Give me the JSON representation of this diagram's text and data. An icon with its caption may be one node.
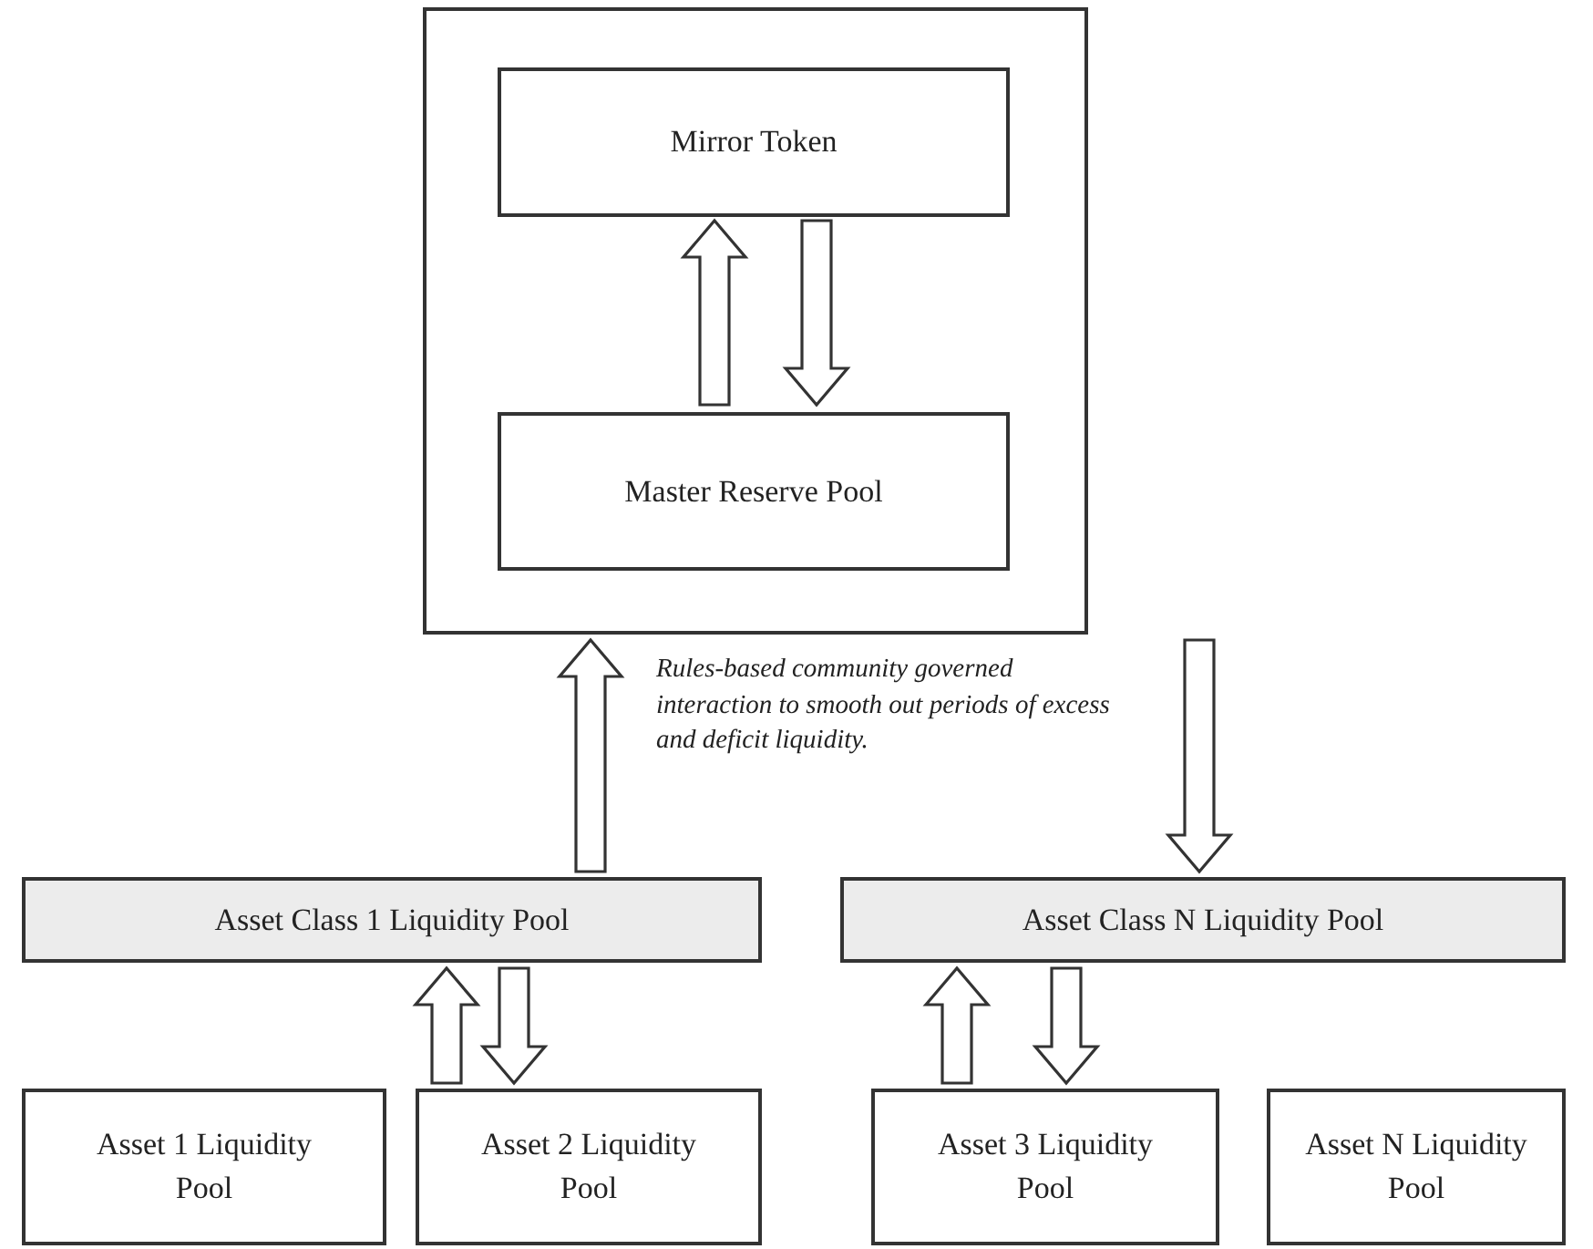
{
  "diagram": {
    "nodes": [
      {
        "text": [],
        "shape": "box"
      },
      {
        "text": [
          "Mirror Token"
        ],
        "in": 0
      },
      {
        "text": [
          "Master Reserve Pool"
        ],
        "in": 0
      },
      {
        "text": [
          "Asset Class 1 Liquidity Pool"
        ]
      },
      {
        "text": [
          "Asset Class N Liquidity Pool"
        ]
      },
      {
        "text": [
          "Asset 1 Liquidity Pool"
        ]
      },
      {
        "text": [
          "Asset 2 Liquidity Pool"
        ]
      },
      {
        "text": [
          "Asset 3 Liquidity Pool"
        ]
      },
      {
        "text": [
          "Asset N Liquidity Pool"
        ]
      }
    ],
    "edges": [
      {
        "from": 2,
        "to": 1,
        "arrow": "to"
      },
      {
        "from": 1,
        "to": 2,
        "arrow": "to"
      },
      {
        "from": 3,
        "to": 0,
        "arrow": "to"
      },
      {
        "from": 0,
        "to": 4,
        "arrow": "to"
      },
      {
        "from": 6,
        "to": 3,
        "arrow": "to"
      },
      {
        "from": 3,
        "to": 6,
        "arrow": "to"
      },
      {
        "from": 7,
        "to": 4,
        "arrow": "to"
      },
      {
        "from": 4,
        "to": 7,
        "arrow": "to"
      }
    ],
    "labels": [
      "Rules-based community governed interaction to smooth out periods of excess and deficit liquidity."
    ]
  }
}
